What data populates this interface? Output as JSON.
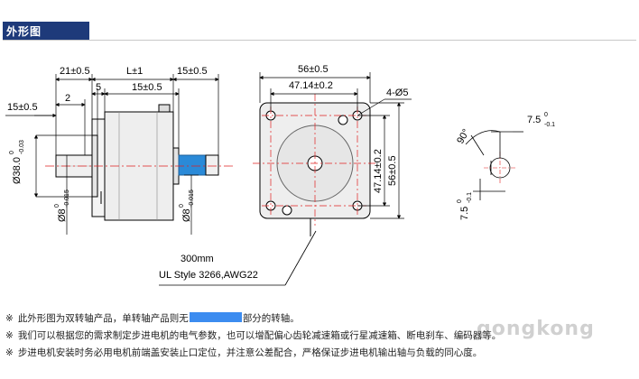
{
  "header": {
    "title": "外形图"
  },
  "side_view": {
    "dims": {
      "shaft_front": "21±0.5",
      "body_len": "L±1",
      "shaft_rear": "15±0.5",
      "pilot": "2",
      "step5": "5",
      "rear_inner": "15±0.5",
      "front_flat": "15±0.5"
    },
    "boss_dia": {
      "main": "Ø38.0",
      "tol": "-0.03",
      "tol2": "0"
    },
    "shaft_dia_front": {
      "main": "Ø8",
      "tol": "-0.015",
      "tol2": "0"
    },
    "shaft_dia_rear": {
      "main": "Ø8",
      "tol": "-0.015",
      "tol2": "0"
    }
  },
  "front_view": {
    "width": "56±0.5",
    "hole_pitch": "47.14±0.2",
    "holes": "4-Ø5",
    "hole_pitch_v": "47.14±0.2",
    "height_v": "56±0.5"
  },
  "shaft_detail": {
    "angle": "90°",
    "flat_top": {
      "main": "7.5",
      "tol": "-0.1",
      "tol2": "0"
    },
    "flat_bottom": {
      "main": "7.5",
      "tol": "-0.1",
      "tol2": "0"
    }
  },
  "cable": {
    "length": "300mm",
    "spec": "UL Style 3266,AWG22"
  },
  "notes": {
    "mark": "※",
    "n1_before": "此外形图为双转轴产品，单转轴产品则无",
    "n1_after": "部分的转轴。",
    "n2": "我们可以根据您的需求制定步进电机的电气参数，也可以增配偏心齿轮减速箱或行星减速箱、断电刹车、编码器等。",
    "n3": "步进电机安装时务必用电机前端盖安装止口定位，并注意公差配合，严格保证步进电机输出轴与负载的同心度。"
  },
  "watermark": "gongkong",
  "colors": {
    "header": "#1e3a7a",
    "highlight": "#3c8cf0",
    "centerline": "#e02020",
    "shaft": "#2a8ad8"
  }
}
